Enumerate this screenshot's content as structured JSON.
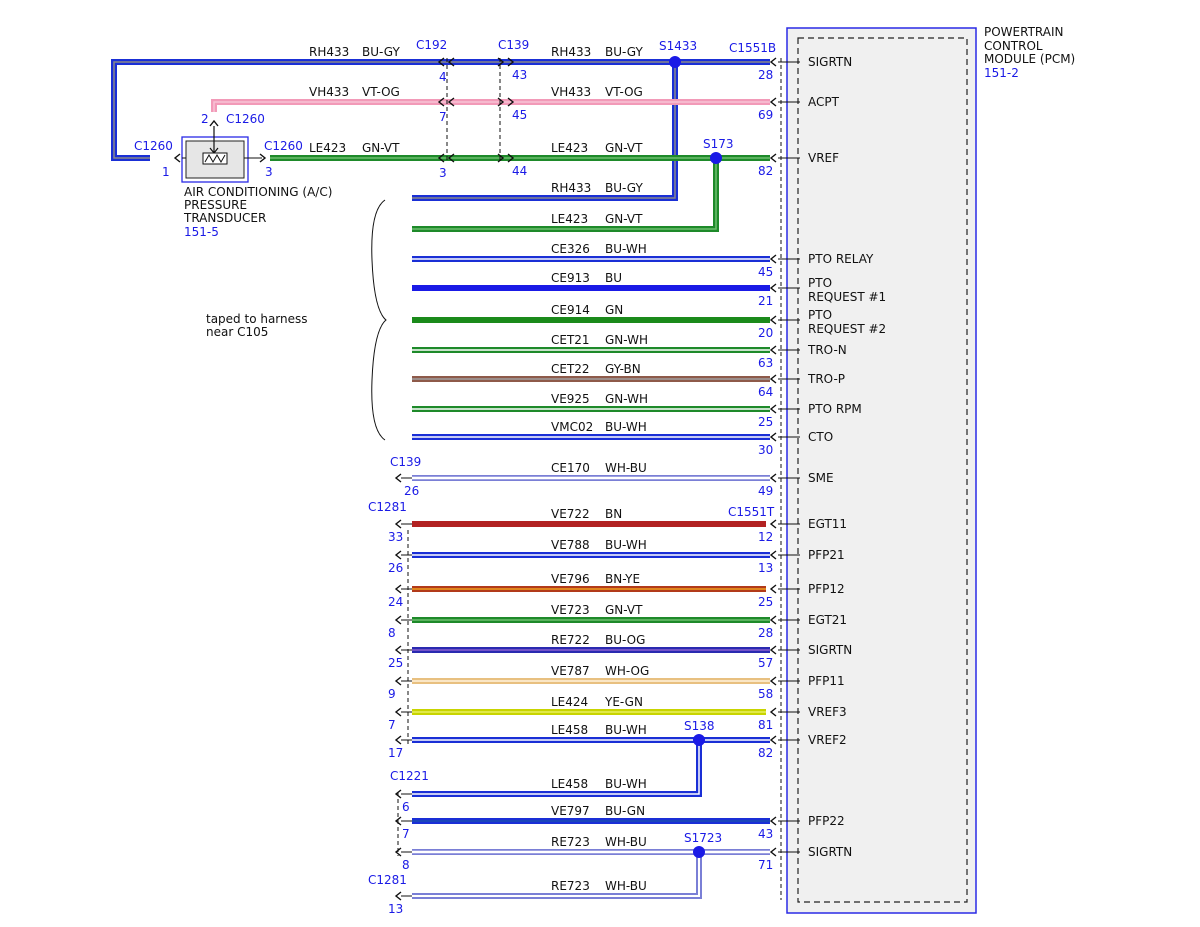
{
  "module": {
    "title_lines": [
      "POWERTRAIN",
      "CONTROL",
      "MODULE (PCM)"
    ],
    "ref": "151-2"
  },
  "transducer": {
    "title_lines": [
      "AIR CONDITIONING (A/C)",
      "PRESSURE",
      "TRANSDUCER"
    ],
    "ref": "151-5"
  },
  "note_lines": [
    "taped to harness",
    "near C105"
  ],
  "connectors": {
    "c192": "C192",
    "c139_top": "C139",
    "c1551b": "C1551B",
    "c1260_a": "C1260",
    "c1260_b": "C1260",
    "c1260_c": "C1260",
    "c139_mid": "C139",
    "c1281_a": "C1281",
    "c1551t": "C1551T",
    "c1221": "C1221",
    "c1281_b": "C1281"
  },
  "splices": {
    "s1433": "S1433",
    "s173": "S173",
    "s138": "S138",
    "s1723": "S1723"
  },
  "top_pins": {
    "c192_1": "4",
    "c192_2": "7",
    "c192_3": "3",
    "c139_1": "43",
    "c139_2": "45",
    "c139_3": "44",
    "c1260_l": "1",
    "c1260_2": "2",
    "c1260_r": "3"
  },
  "wires": [
    {
      "circuit": "RH433",
      "color_code": "BU-GY",
      "c1": "#1a2fd6",
      "c2": "#8a8a8a"
    },
    {
      "circuit": "VH433",
      "color_code": "VT-OG",
      "c1": "#f29ab8",
      "c2": "#f7c3d6"
    },
    {
      "circuit": "LE423",
      "color_code": "GN-VT",
      "c1": "#1e8a2a",
      "c2": "#6fbf6f"
    },
    {
      "circuit": "RH433",
      "color_code": "BU-GY",
      "c1": "#1a2fd6",
      "c2": "#8a8a8a"
    },
    {
      "circuit": "LE423",
      "color_code": "GN-VT",
      "c1": "#1e8a2a",
      "c2": "#6fbf6f"
    },
    {
      "circuit": "CE326",
      "color_code": "BU-WH",
      "c1": "#1a2fd6",
      "c2": "#ffffff"
    },
    {
      "circuit": "CE913",
      "color_code": "BU",
      "c1": "#1a1ae6",
      "c2": "#1a1ae6"
    },
    {
      "circuit": "CE914",
      "color_code": "GN",
      "c1": "#1b8a1b",
      "c2": "#1b8a1b"
    },
    {
      "circuit": "CET21",
      "color_code": "GN-WH",
      "c1": "#1e8a2a",
      "c2": "#ffffff"
    },
    {
      "circuit": "CET22",
      "color_code": "GY-BN",
      "c1": "#8e5a4a",
      "c2": "#a0a0a0"
    },
    {
      "circuit": "VE925",
      "color_code": "GN-WH",
      "c1": "#1e8a2a",
      "c2": "#ffffff"
    },
    {
      "circuit": "VMC02",
      "color_code": "BU-WH",
      "c1": "#1a2fd6",
      "c2": "#ffffff"
    },
    {
      "circuit": "CE170",
      "color_code": "WH-BU",
      "c1": "#7a7fd6",
      "c2": "#ffffff"
    },
    {
      "circuit": "VE722",
      "color_code": "BN",
      "c1": "#b22222",
      "c2": "#b22222"
    },
    {
      "circuit": "VE788",
      "color_code": "BU-WH",
      "c1": "#1a2fd6",
      "c2": "#ffffff"
    },
    {
      "circuit": "VE796",
      "color_code": "BN-YE",
      "c1": "#b23a1a",
      "c2": "#f0a020"
    },
    {
      "circuit": "VE723",
      "color_code": "GN-VT",
      "c1": "#1e8a2a",
      "c2": "#6fbf6f"
    },
    {
      "circuit": "RE722",
      "color_code": "BU-OG",
      "c1": "#2a2ab0",
      "c2": "#8a5fd0"
    },
    {
      "circuit": "VE787",
      "color_code": "WH-OG",
      "c1": "#e8c080",
      "c2": "#fff3dc"
    },
    {
      "circuit": "LE424",
      "color_code": "YE-GN",
      "c1": "#c8d400",
      "c2": "#e8f060"
    },
    {
      "circuit": "LE458",
      "color_code": "BU-WH",
      "c1": "#1a2fd6",
      "c2": "#ffffff"
    },
    {
      "circuit": "LE458",
      "color_code": "BU-WH",
      "c1": "#1a2fd6",
      "c2": "#ffffff"
    },
    {
      "circuit": "VE797",
      "color_code": "BU-GN",
      "c1": "#1a2fd6",
      "c2": "#1a4fb0"
    },
    {
      "circuit": "RE723",
      "color_code": "WH-BU",
      "c1": "#7a7fd6",
      "c2": "#ffffff"
    },
    {
      "circuit": "RE723",
      "color_code": "WH-BU",
      "c1": "#7a7fd6",
      "c2": "#ffffff"
    }
  ],
  "pcm_pins": [
    "28",
    "69",
    "82",
    "45",
    "21",
    "20",
    "63",
    "64",
    "25",
    "30",
    "49",
    "12",
    "13",
    "25",
    "28",
    "57",
    "58",
    "81",
    "82",
    "43",
    "71"
  ],
  "left_pins": [
    "26",
    "33",
    "26",
    "24",
    "8",
    "25",
    "9",
    "7",
    "17",
    "6",
    "7",
    "8",
    "13"
  ],
  "pcm_signals": [
    [
      "SIGRTN"
    ],
    [
      "ACPT"
    ],
    [
      "VREF"
    ],
    [
      "PTO RELAY"
    ],
    [
      "PTO",
      "REQUEST #1"
    ],
    [
      "PTO",
      "REQUEST #2"
    ],
    [
      "TRO-N"
    ],
    [
      "TRO-P"
    ],
    [
      "PTO RPM"
    ],
    [
      "CTO"
    ],
    [
      "SME"
    ],
    [
      "EGT11"
    ],
    [
      "PFP21"
    ],
    [
      "PFP12"
    ],
    [
      "EGT21"
    ],
    [
      "SIGRTN"
    ],
    [
      "PFP11"
    ],
    [
      "VREF3"
    ],
    [
      "VREF2"
    ],
    [
      "PFP22"
    ],
    [
      "SIGRTN"
    ]
  ]
}
